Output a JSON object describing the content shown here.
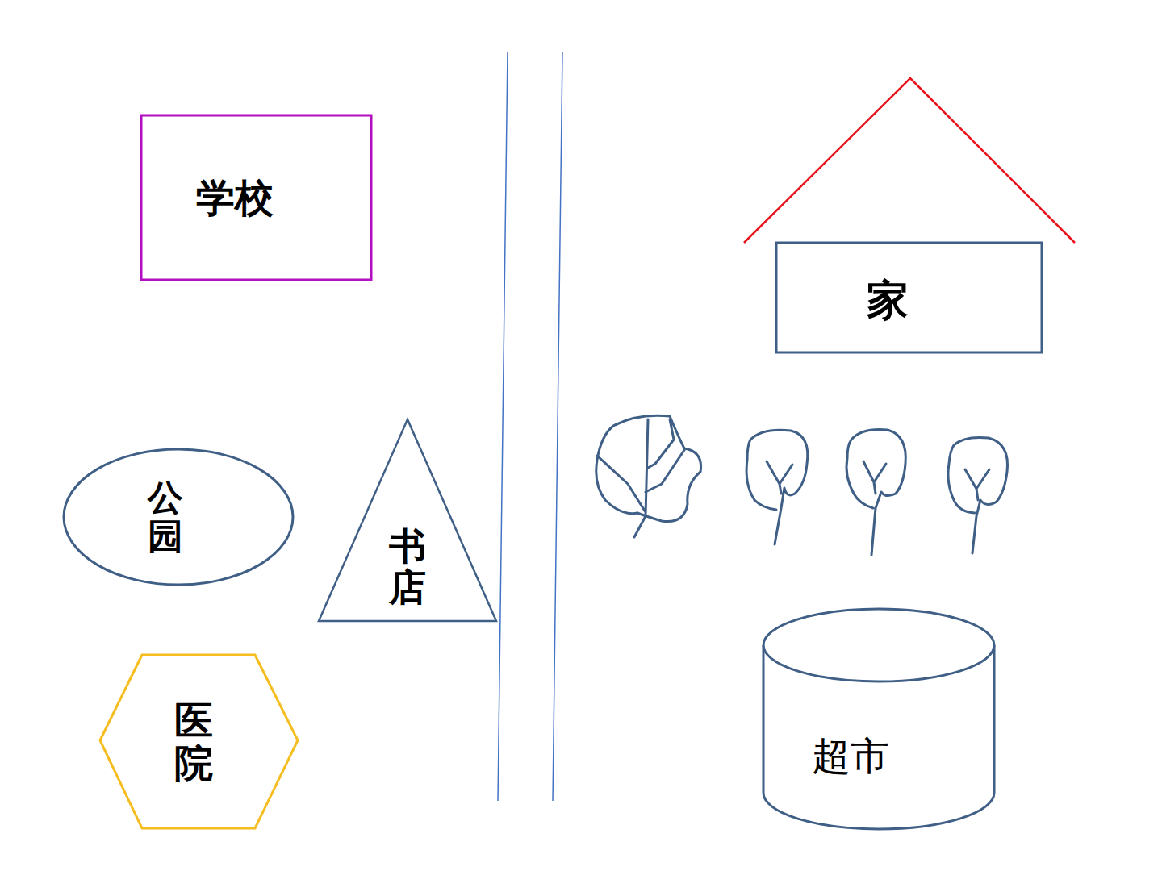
{
  "diagram": {
    "nodes": [
      {
        "text": [
          "学校"
        ]
      },
      {
        "text": [
          "家"
        ]
      },
      {
        "text": [
          "公园"
        ]
      },
      {
        "text": [
          "书店"
        ]
      },
      {
        "text": [
          "医院"
        ]
      },
      {
        "text": [
          "超市"
        ]
      }
    ]
  }
}
